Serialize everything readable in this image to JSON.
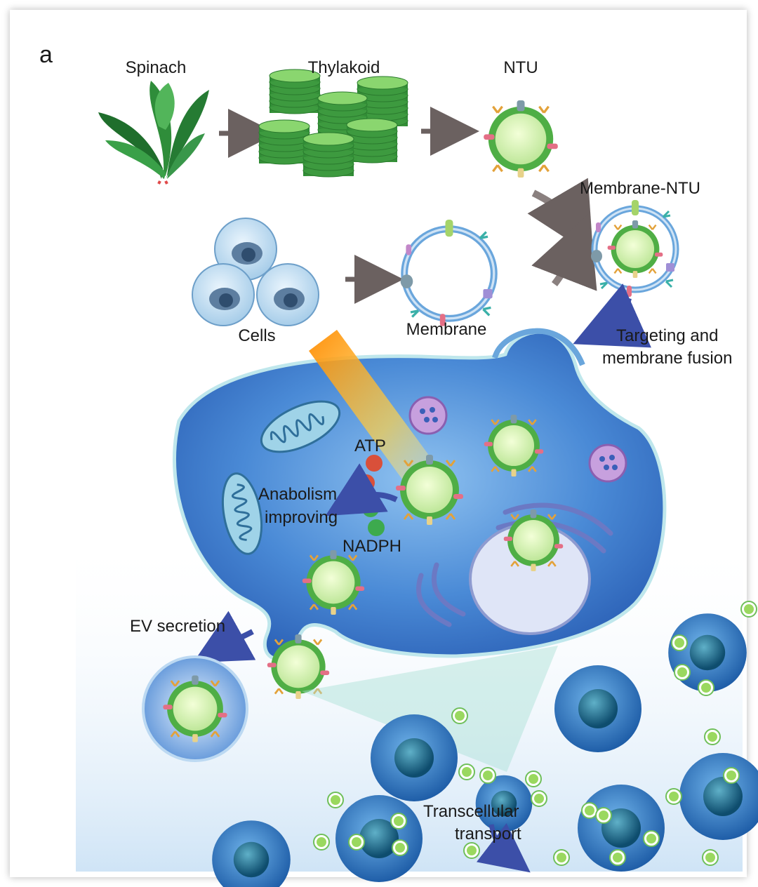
{
  "panel_letter": "a",
  "labels": {
    "spinach": "Spinach",
    "thylakoid": "Thylakoid",
    "ntu": "NTU",
    "membrane_ntu": "Membrane-NTU",
    "cells": "Cells",
    "membrane": "Membrane",
    "targeting_line1": "Targeting and",
    "targeting_line2": "membrane fusion",
    "atp": "ATP",
    "anabolism_line1": "Anabolism",
    "anabolism_line2": "improving",
    "nadph": "NADPH",
    "ev_secretion": "EV secretion",
    "transcellular_line1": "Transcellular",
    "transcellular_line2": "transport"
  },
  "colors": {
    "cell_blue": "#3f7fd0",
    "cell_light": "#a9cdf0",
    "ntu_green": "#4fae45",
    "ntu_core": "#d6f2b5",
    "atp_red": "#d9503a",
    "nadph_green": "#3daa4e",
    "arrow_grey": "#6b6160",
    "arrow_blue": "#3c4fa8"
  }
}
